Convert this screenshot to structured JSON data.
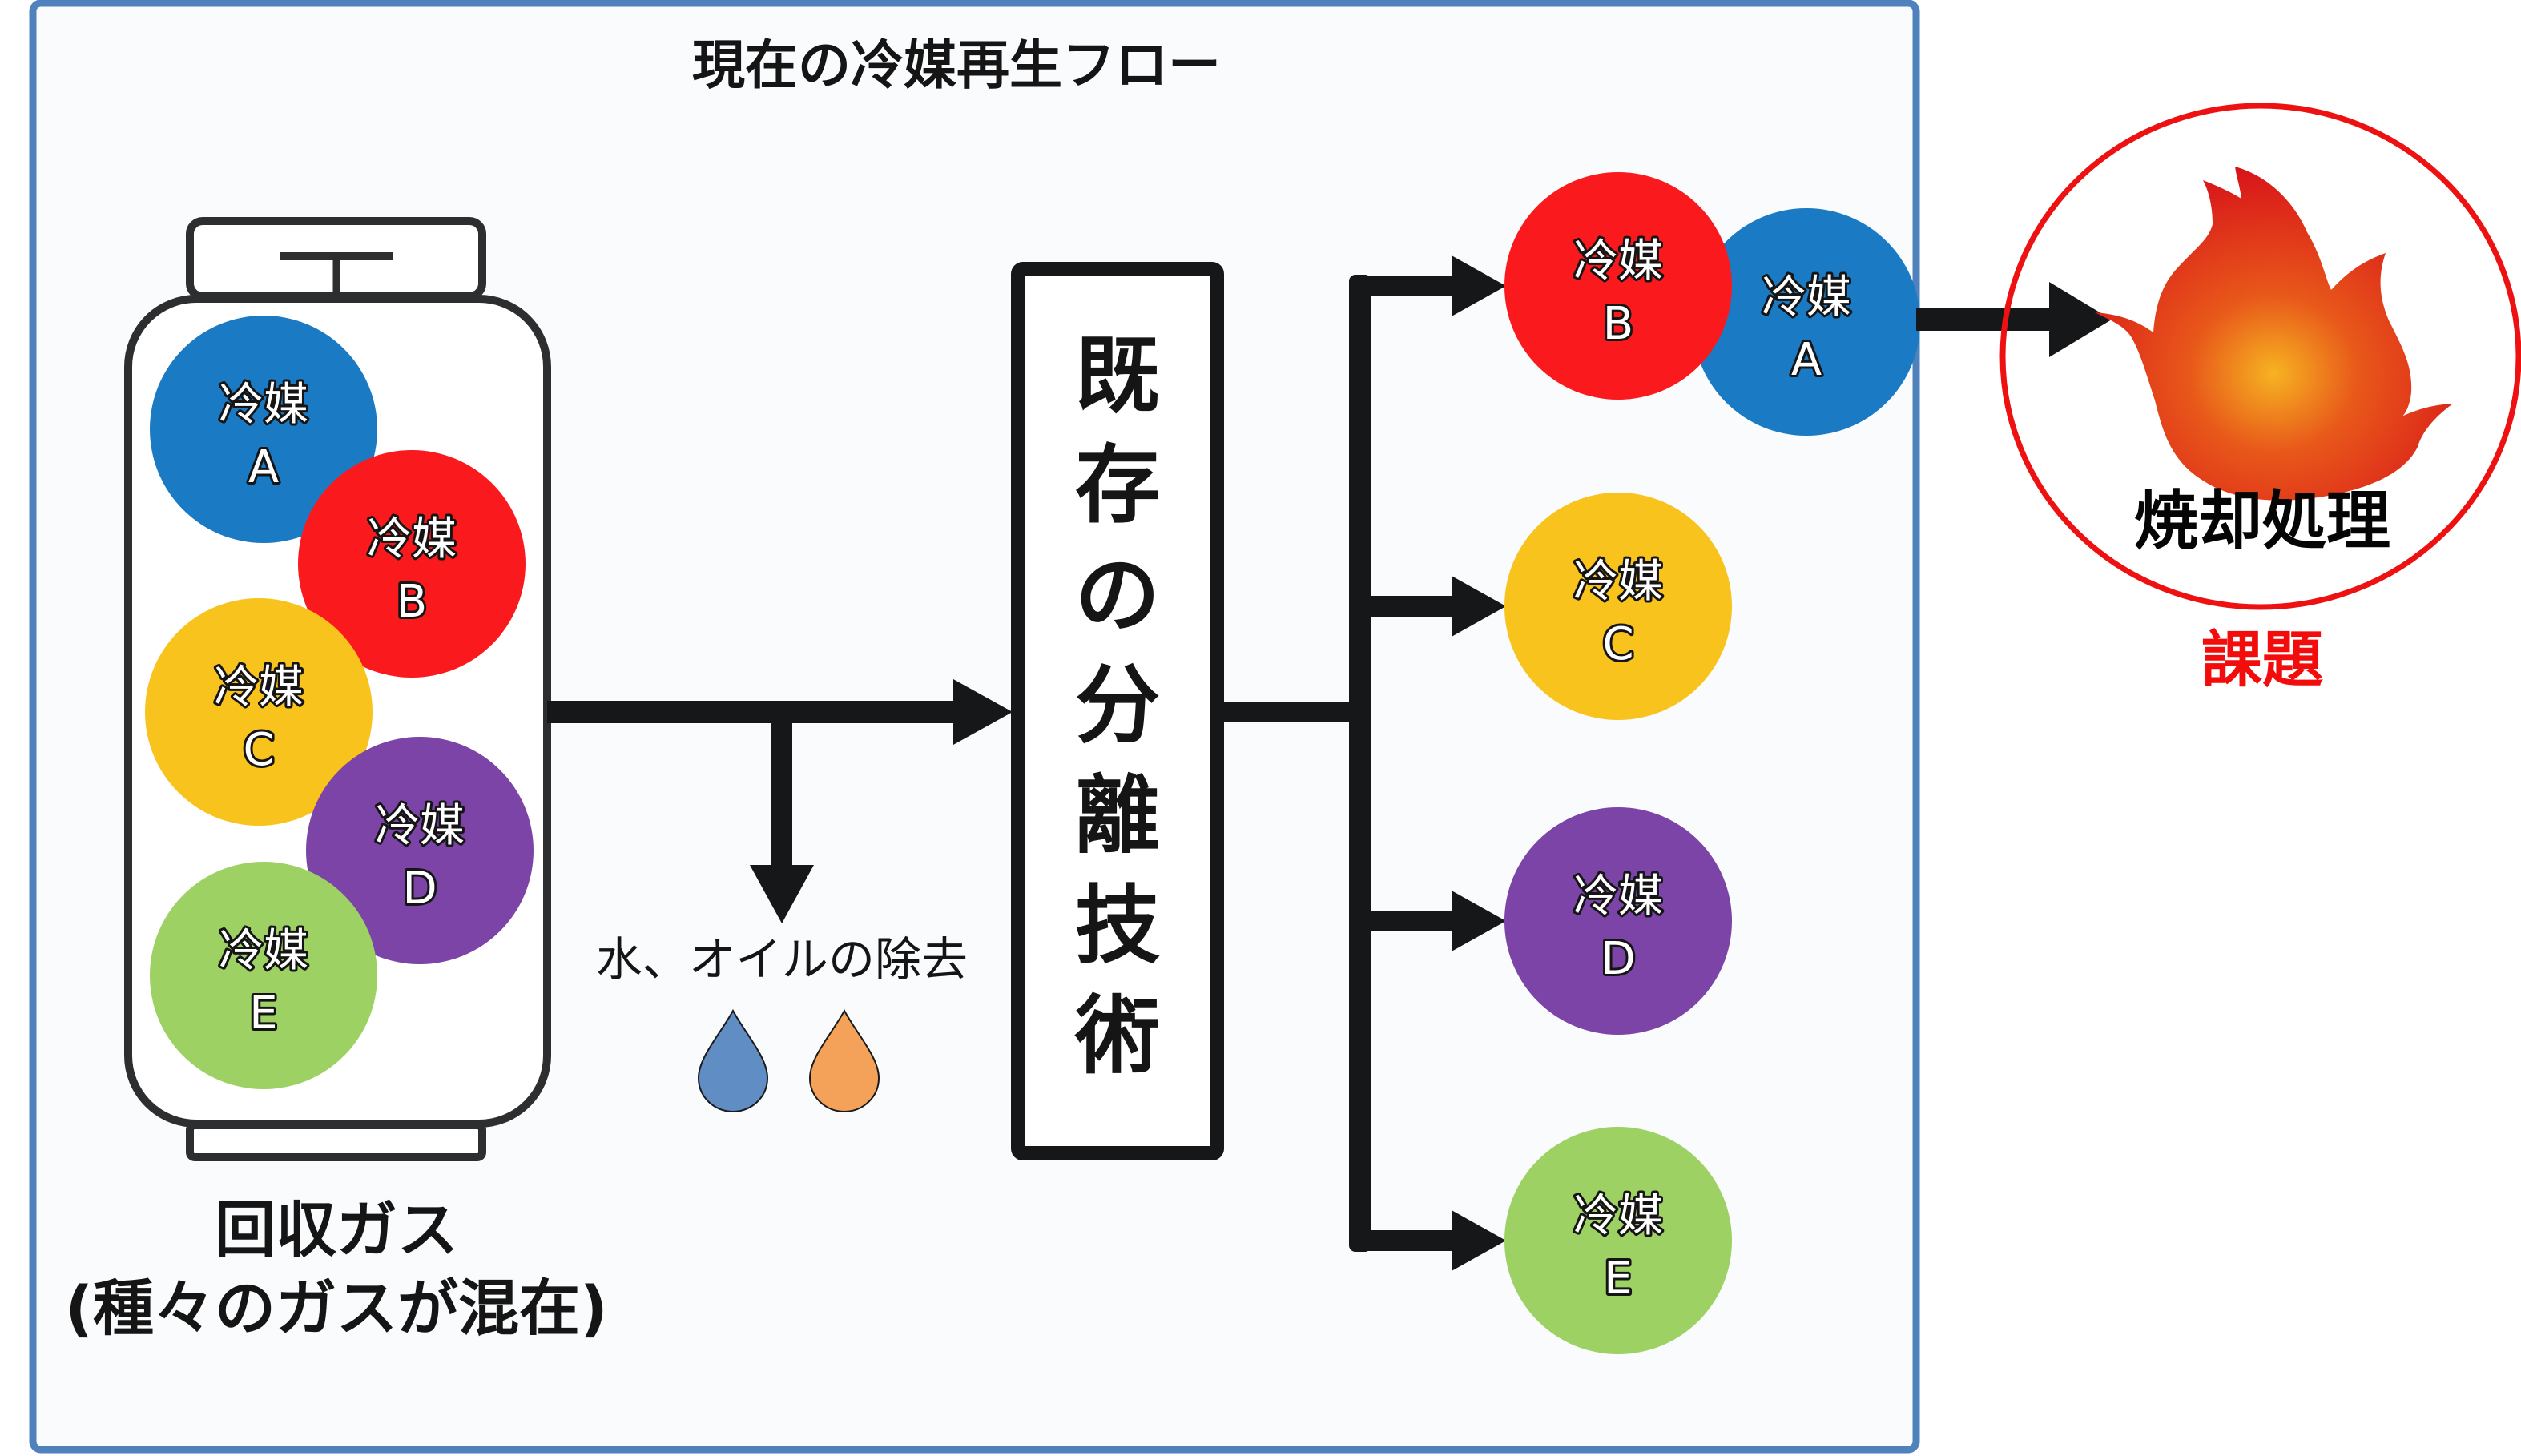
{
  "title": "現在の冷媒再生フロー",
  "colors": {
    "frame": "#4f81bd",
    "frame_fill": "#f9fbfd",
    "line": "#161719",
    "cylinder": "#2d2e30",
    "refrigerant_A": "#1a7ac4",
    "refrigerant_B": "#fa1a1e",
    "refrigerant_C": "#f9c31d",
    "refrigerant_D": "#7b44a6",
    "refrigerant_E": "#9dd163",
    "water_drop": "#608dc4",
    "oil_drop": "#f4a259",
    "issue_red": "#ee1111",
    "fire_core": "#f6b321",
    "fire_mid": "#e8581a",
    "fire_outer": "#d8141a"
  },
  "cylinder": {
    "caption_line1": "回収ガス",
    "caption_line2": "(種々のガスが混在)",
    "refrigerants": [
      {
        "key": "A",
        "line1": "冷媒",
        "line2": "A"
      },
      {
        "key": "B",
        "line1": "冷媒",
        "line2": "B"
      },
      {
        "key": "C",
        "line1": "冷媒",
        "line2": "C"
      },
      {
        "key": "D",
        "line1": "冷媒",
        "line2": "D"
      },
      {
        "key": "E",
        "line1": "冷媒",
        "line2": "E"
      }
    ]
  },
  "pretreatment": {
    "label": "水、オイルの除去",
    "drops": [
      "water",
      "oil"
    ]
  },
  "separation_box": {
    "label_chars": [
      "既",
      "存",
      "の",
      "分",
      "離",
      "技",
      "術"
    ]
  },
  "outputs": [
    {
      "branch": 1,
      "refrigerants": [
        {
          "key": "B",
          "line1": "冷媒",
          "line2": "B"
        },
        {
          "key": "A",
          "line1": "冷媒",
          "line2": "A"
        }
      ],
      "goes_to": "incineration"
    },
    {
      "branch": 2,
      "refrigerants": [
        {
          "key": "C",
          "line1": "冷媒",
          "line2": "C"
        }
      ]
    },
    {
      "branch": 3,
      "refrigerants": [
        {
          "key": "D",
          "line1": "冷媒",
          "line2": "D"
        }
      ]
    },
    {
      "branch": 4,
      "refrigerants": [
        {
          "key": "E",
          "line1": "冷媒",
          "line2": "E"
        }
      ]
    }
  ],
  "incineration": {
    "icon": "fire-icon",
    "label": "焼却処理",
    "issue_label": "課題"
  }
}
